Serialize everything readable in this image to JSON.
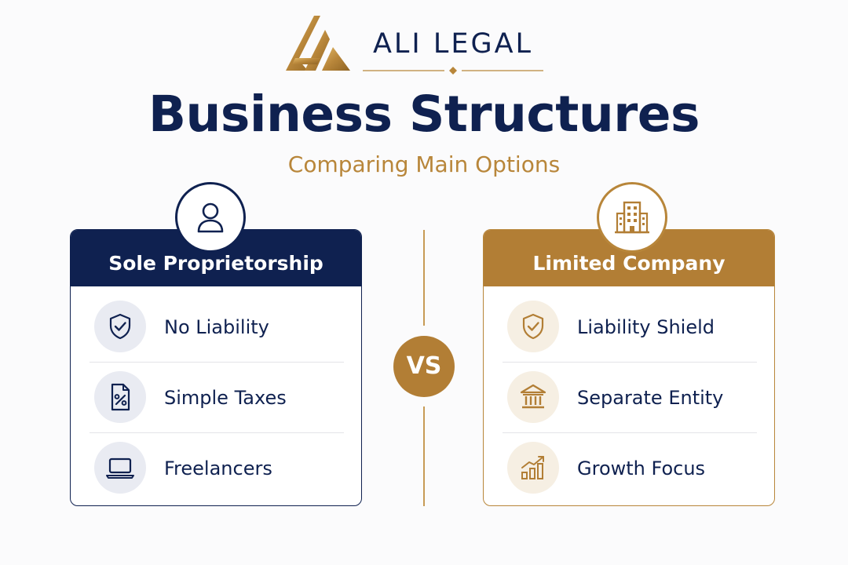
{
  "header": {
    "brand": "ALI LEGAL",
    "title": "Business Structures",
    "subtitle": "Comparing Main Options"
  },
  "comparison": {
    "vs_label": "VS",
    "left": {
      "title": "Sole Proprietorship",
      "badge_icon": "person-icon",
      "items": [
        {
          "icon": "shield-check-icon",
          "label": "No Liability"
        },
        {
          "icon": "tax-document-icon",
          "label": "Simple Taxes"
        },
        {
          "icon": "laptop-icon",
          "label": "Freelancers"
        }
      ]
    },
    "right": {
      "title": "Limited Company",
      "badge_icon": "building-icon",
      "items": [
        {
          "icon": "shield-check-icon",
          "label": "Liability Shield"
        },
        {
          "icon": "bank-icon",
          "label": "Separate Entity"
        },
        {
          "icon": "growth-chart-icon",
          "label": "Growth Focus"
        }
      ]
    }
  },
  "colors": {
    "navy": "#0f2150",
    "gold": "#b27e35",
    "navy_tint": "#e9ebf2",
    "gold_tint": "#f6efe3"
  }
}
